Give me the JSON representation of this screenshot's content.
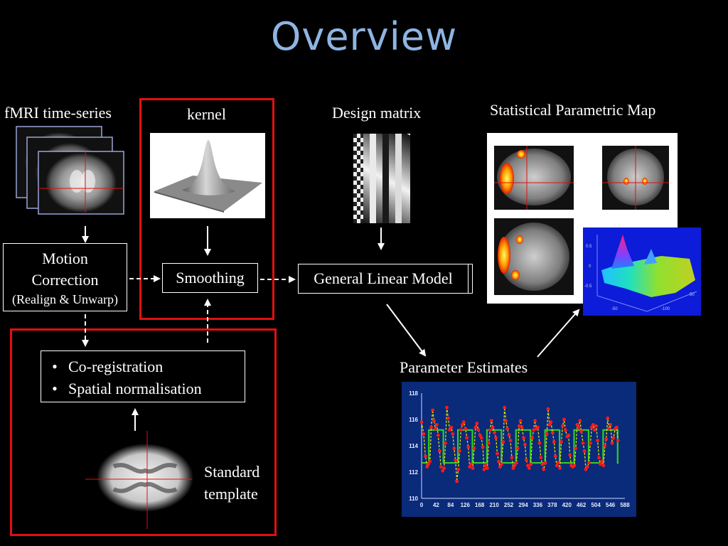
{
  "title": "Overview",
  "labels": {
    "fmri": "fMRI time-series",
    "kernel": "kernel",
    "design_matrix": "Design matrix",
    "spm": "Statistical Parametric Map",
    "parameter_estimates": "Parameter Estimates",
    "standard_template_line1": "Standard",
    "standard_template_line2": "template"
  },
  "boxes": {
    "motion_line1": "Motion",
    "motion_line2": "Correction",
    "motion_line3": "(Realign & Unwarp)",
    "smoothing": "Smoothing",
    "glm": "General Linear Model",
    "coreg_items": [
      "Co-registration",
      "Spatial normalisation"
    ]
  },
  "colors": {
    "title": "#8eb4e3",
    "frame": "#e01010",
    "plot_bg": "#0a2a7a",
    "fit_line": "#33cc22",
    "data_points": "#ff1a1a",
    "data_line": "#e8e000"
  },
  "chart_data": {
    "type": "line",
    "x_ticks": [
      0,
      42,
      84,
      126,
      168,
      210,
      252,
      294,
      336,
      378,
      420,
      462,
      504,
      546,
      588
    ],
    "y_ticks": [
      110,
      112,
      114,
      116,
      118
    ],
    "xlim": [
      0,
      588
    ],
    "ylim": [
      110,
      118
    ],
    "grid": false,
    "fit": {
      "low": 112.7,
      "high": 115.2,
      "block_length": 42,
      "first_high_start": 21
    },
    "observed": [
      [
        0,
        115.8
      ],
      [
        6,
        114.9
      ],
      [
        11,
        113.2
      ],
      [
        16,
        112.4
      ],
      [
        20,
        112.6
      ],
      [
        24,
        112.8
      ],
      [
        28,
        115.4
      ],
      [
        32,
        116.7
      ],
      [
        36,
        115.9
      ],
      [
        40,
        115.3
      ],
      [
        44,
        115.6
      ],
      [
        48,
        114.8
      ],
      [
        52,
        113.6
      ],
      [
        56,
        112.4
      ],
      [
        61,
        112.1
      ],
      [
        65,
        112.3
      ],
      [
        69,
        114.2
      ],
      [
        73,
        116.9
      ],
      [
        77,
        116.1
      ],
      [
        81,
        115.2
      ],
      [
        86,
        115.4
      ],
      [
        90,
        114.9
      ],
      [
        94,
        113.8
      ],
      [
        98,
        112.9
      ],
      [
        102,
        111.3
      ],
      [
        106,
        112.2
      ],
      [
        110,
        113.6
      ],
      [
        114,
        115.2
      ],
      [
        118,
        115.6
      ],
      [
        122,
        115.8
      ],
      [
        127,
        115.3
      ],
      [
        131,
        114.6
      ],
      [
        135,
        113.9
      ],
      [
        139,
        112.4
      ],
      [
        143,
        112.6
      ],
      [
        148,
        112.3
      ],
      [
        152,
        113.8
      ],
      [
        156,
        115.4
      ],
      [
        160,
        115.7
      ],
      [
        164,
        115.2
      ],
      [
        169,
        114.8
      ],
      [
        173,
        114.6
      ],
      [
        177,
        113.9
      ],
      [
        181,
        112.2
      ],
      [
        185,
        112.5
      ],
      [
        190,
        112.3
      ],
      [
        194,
        114.2
      ],
      [
        198,
        115.2
      ],
      [
        202,
        115.9
      ],
      [
        206,
        115.4
      ],
      [
        211,
        115.0
      ],
      [
        215,
        114.6
      ],
      [
        219,
        113.4
      ],
      [
        223,
        112.8
      ],
      [
        227,
        112.4
      ],
      [
        231,
        112.6
      ],
      [
        236,
        114.3
      ],
      [
        240,
        116.9
      ],
      [
        244,
        115.9
      ],
      [
        248,
        115.3
      ],
      [
        253,
        114.8
      ],
      [
        257,
        114.4
      ],
      [
        261,
        113.1
      ],
      [
        265,
        112.3
      ],
      [
        269,
        112.5
      ],
      [
        274,
        112.7
      ],
      [
        278,
        113.8
      ],
      [
        282,
        115.5
      ],
      [
        286,
        115.9
      ],
      [
        290,
        115.4
      ],
      [
        295,
        114.6
      ],
      [
        299,
        114.1
      ],
      [
        303,
        112.9
      ],
      [
        307,
        112.5
      ],
      [
        311,
        112.3
      ],
      [
        316,
        112.6
      ],
      [
        320,
        114.6
      ],
      [
        324,
        115.2
      ],
      [
        328,
        115.9
      ],
      [
        332,
        115.3
      ],
      [
        336,
        115.4
      ],
      [
        341,
        114.2
      ],
      [
        345,
        113.1
      ],
      [
        349,
        112.6
      ],
      [
        353,
        112.2
      ],
      [
        358,
        112.7
      ],
      [
        362,
        114.9
      ],
      [
        366,
        116.8
      ],
      [
        370,
        115.6
      ],
      [
        374,
        115.8
      ],
      [
        379,
        115.0
      ],
      [
        383,
        114.3
      ],
      [
        387,
        113.2
      ],
      [
        391,
        112.5
      ],
      [
        395,
        112.7
      ],
      [
        400,
        112.3
      ],
      [
        404,
        114.3
      ],
      [
        408,
        115.5
      ],
      [
        412,
        116.0
      ],
      [
        416,
        115.2
      ],
      [
        421,
        114.7
      ],
      [
        425,
        114.8
      ],
      [
        429,
        113.3
      ],
      [
        433,
        112.5
      ],
      [
        437,
        112.4
      ],
      [
        442,
        112.5
      ],
      [
        446,
        113.8
      ],
      [
        450,
        115.6
      ],
      [
        454,
        115.4
      ],
      [
        458,
        115.9
      ],
      [
        462,
        115.1
      ],
      [
        467,
        114.2
      ],
      [
        471,
        113.6
      ],
      [
        475,
        112.2
      ],
      [
        479,
        112.4
      ],
      [
        484,
        112.7
      ],
      [
        488,
        114.2
      ],
      [
        492,
        115.4
      ],
      [
        496,
        115.6
      ],
      [
        500,
        115.2
      ],
      [
        505,
        115.5
      ],
      [
        509,
        114.4
      ],
      [
        513,
        113.1
      ],
      [
        517,
        112.6
      ],
      [
        521,
        112.8
      ],
      [
        526,
        112.5
      ],
      [
        530,
        114.0
      ],
      [
        534,
        114.5
      ],
      [
        538,
        116.1
      ],
      [
        542,
        115.3
      ],
      [
        546,
        115.6
      ],
      [
        551,
        114.2
      ],
      [
        555,
        114.6
      ],
      [
        560,
        115.3
      ],
      [
        564,
        115.4
      ],
      [
        568,
        114.4
      ]
    ]
  }
}
